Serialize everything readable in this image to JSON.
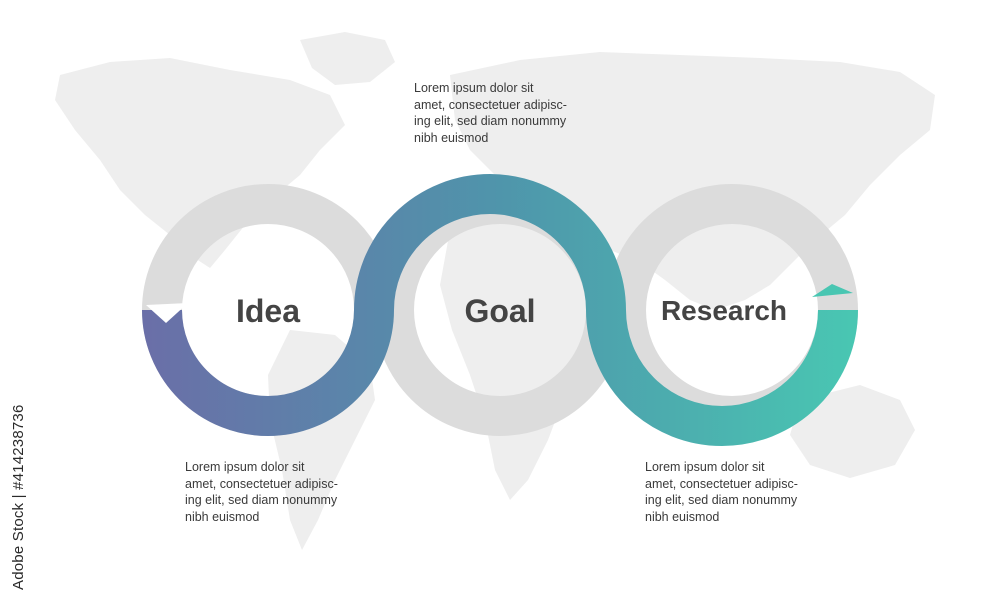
{
  "colors": {
    "gradient_start": "#6a6fa8",
    "gradient_mid": "#4f95ab",
    "gradient_end": "#49c6b2",
    "ring_gray": "#dcdcdc",
    "map": "#eeeeee",
    "text": "#444444"
  },
  "stages": [
    {
      "label": "Idea"
    },
    {
      "label": "Goal"
    },
    {
      "label": "Research"
    }
  ],
  "descriptions": {
    "top": "Lorem ipsum dolor sit\namet, consectetuer adipisc-\ning elit, sed diam nonummy\nnibh euismod",
    "bottom_left": "Lorem ipsum dolor sit\namet, consectetuer adipisc-\ning elit, sed diam nonummy\nnibh euismod",
    "bottom_right": "Lorem ipsum dolor sit\namet, consectetuer adipisc-\ning elit, sed diam nonummy\nnibh euismod"
  },
  "stock_id": "Adobe Stock | #414238736",
  "background_icon": "world-map-icon"
}
